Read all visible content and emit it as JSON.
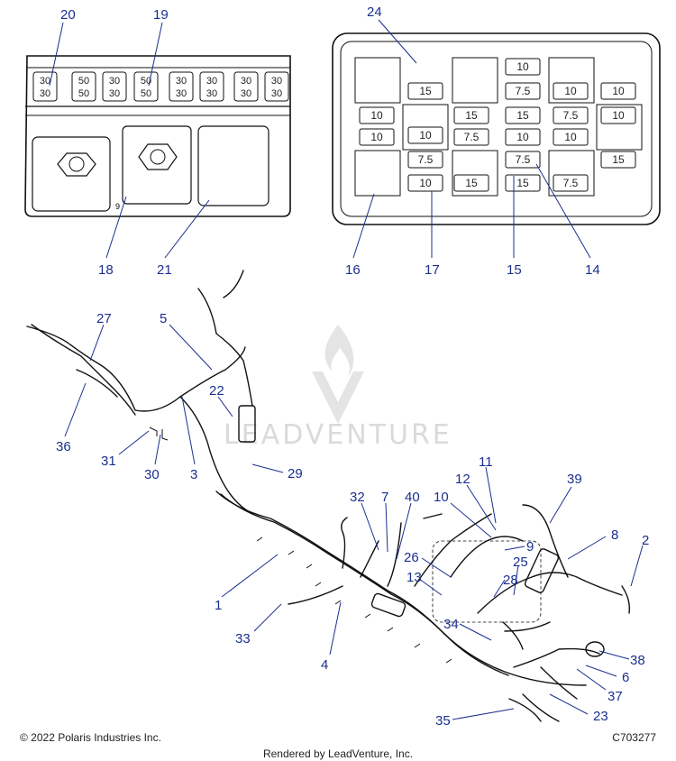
{
  "footer": {
    "copyright": "© 2022 Polaris Industries Inc.",
    "drawing_number": "C703277",
    "rendered_by": "Rendered by LeadVenture, Inc."
  },
  "watermark": {
    "text": "LEADVENTURE"
  },
  "left_inset": {
    "fuse_labels": [
      {
        "top": "30",
        "bottom": "30"
      },
      {
        "top": "50",
        "bottom": "50"
      },
      {
        "top": "30",
        "bottom": "30"
      },
      {
        "top": "50",
        "bottom": "50"
      },
      {
        "top": "30",
        "bottom": "30"
      },
      {
        "top": "30",
        "bottom": "30"
      },
      {
        "top": "30",
        "bottom": "30"
      },
      {
        "top": "30",
        "bottom": "30"
      }
    ],
    "stamp_text": "9"
  },
  "right_inset": {
    "fuses": [
      "15",
      "10",
      "10",
      "10",
      "7.5",
      "15",
      "15",
      "7.5",
      "10",
      "10",
      "10",
      "7.5",
      "15",
      "7.5",
      "10",
      "7.5",
      "10",
      "15",
      "10",
      "10",
      "7.5",
      "15"
    ]
  },
  "callouts": [
    "20",
    "19",
    "24",
    "18",
    "21",
    "16",
    "17",
    "15",
    "14",
    "27",
    "5",
    "22",
    "36",
    "31",
    "30",
    "3",
    "29",
    "11",
    "39",
    "12",
    "32",
    "7",
    "40",
    "10",
    "9",
    "8",
    "2",
    "26",
    "25",
    "28",
    "13",
    "1",
    "33",
    "34",
    "4",
    "38",
    "6",
    "37",
    "23",
    "35"
  ]
}
